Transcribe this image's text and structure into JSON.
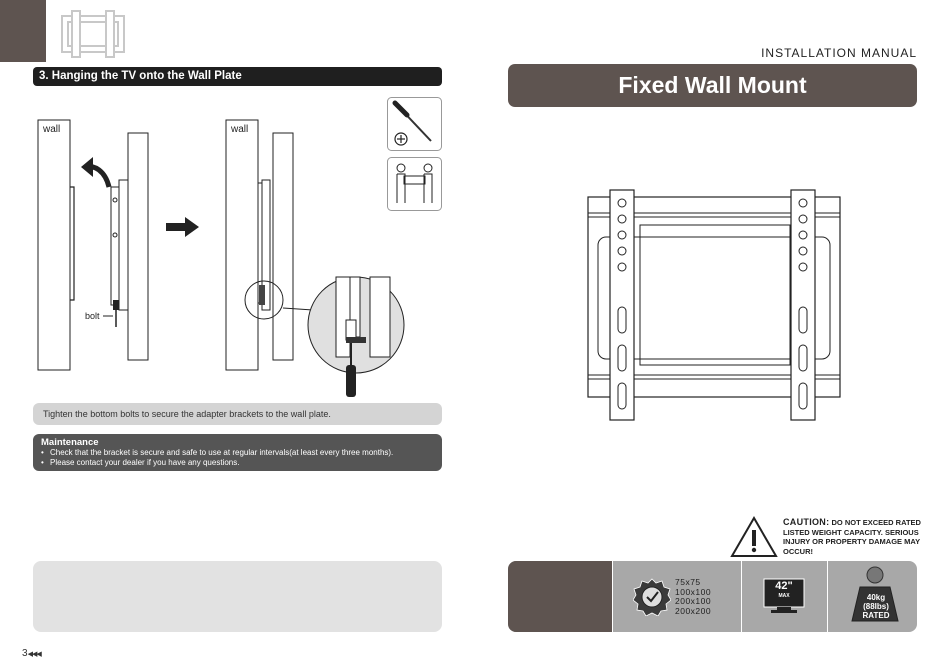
{
  "page": {
    "number": "3",
    "number_arrows": "◀◀◀"
  },
  "left": {
    "section_title": "3. Hanging the TV onto the Wall Plate",
    "figure": {
      "wall_label_1": "wall",
      "wall_label_2": "wall",
      "bolt_label": "bolt"
    },
    "instruction": "Tighten the bottom bolts to secure the adapter brackets to the wall plate.",
    "maintenance": {
      "title": "Maintenance",
      "items": [
        "Check that the bracket is secure and safe to use at regular intervals(at least every three months).",
        "Please contact your dealer if you have any questions."
      ]
    }
  },
  "right": {
    "manual_label": "INSTALLATION MANUAL",
    "product_title": "Fixed Wall Mount",
    "caution": {
      "keyword": "CAUTION:",
      "text": "DO NOT EXCEED RATED LISTED WEIGHT CAPACITY. SERIOUS INJURY OR PROPERTY DAMAGE MAY OCCUR!"
    },
    "specs": {
      "vesa": [
        "75x75",
        "100x100",
        "200x100",
        "200x200"
      ],
      "screen_size": "42\"",
      "screen_max": "MAX",
      "weight_kg": "40kg",
      "weight_lbs": "(88lbs)",
      "weight_rated": "RATED"
    }
  },
  "icons": {
    "thumbnail": "wall-mount-thumbnail-icon",
    "screwdriver": "phillips-screwdriver-icon",
    "two_person": "two-person-lift-icon",
    "arrow": "right-arrow-icon",
    "caution": "warning-triangle-icon",
    "vesa": "vesa-pattern-icon",
    "tv": "tv-size-icon",
    "weight": "weight-capacity-icon"
  },
  "colors": {
    "brand_brown": "#5e5450",
    "dark_bar": "#1f1f1f",
    "light_gray": "#d4d4d4",
    "spec_gray": "#a8a8a8"
  }
}
